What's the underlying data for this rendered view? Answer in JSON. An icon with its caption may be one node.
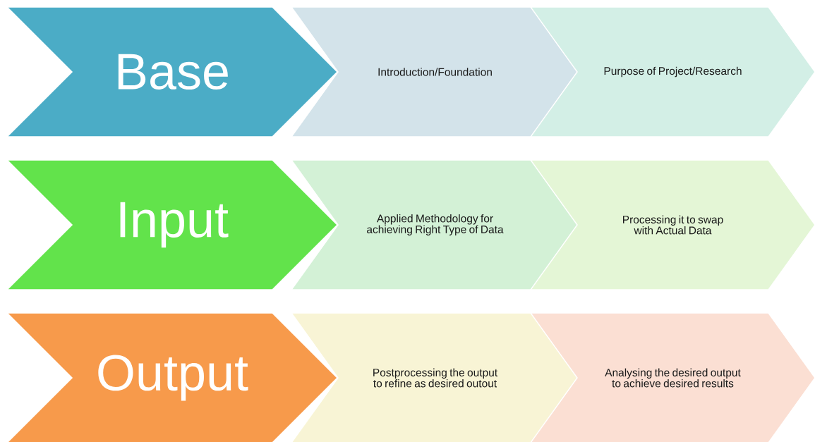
{
  "diagram": {
    "nodes": [
      {
        "text": [
          "Base"
        ]
      },
      {
        "text": [
          "Introduction/Foundation"
        ]
      },
      {
        "text": [
          "Purpose of Project/Research"
        ]
      },
      {
        "text": [
          "Input"
        ]
      },
      {
        "text": [
          "Applied Methodology for achieving Right Type of Data"
        ]
      },
      {
        "text": [
          "Processing it to swap with Actual Data"
        ]
      },
      {
        "text": [
          "Output"
        ]
      },
      {
        "text": [
          "Postprocessing the output to refine as desired outout"
        ]
      },
      {
        "text": [
          "Analysing the desired output to achieve desired results"
        ]
      }
    ]
  }
}
